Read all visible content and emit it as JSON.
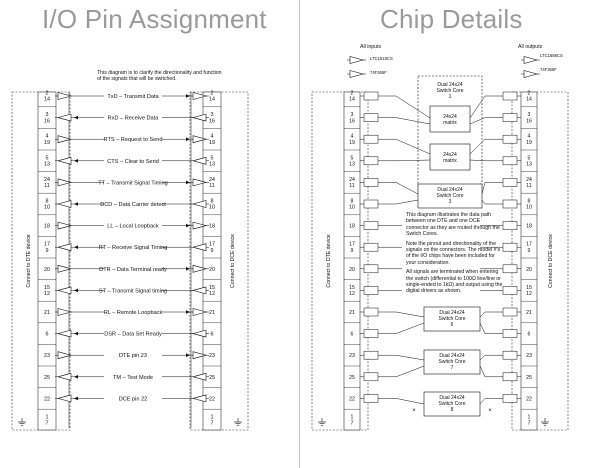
{
  "left": {
    "title": "I/O Pin Assignment",
    "intro": "This diagram is to clarify the directionality and function of the signals that will be switched.",
    "dte_label": "Connect to DTE device",
    "dce_label": "Connect to DCE device",
    "rows": [
      {
        "pins": [
          "2",
          "14"
        ],
        "label": "TxD – Transmit Data",
        "dir": "right"
      },
      {
        "pins": [
          "3",
          "16"
        ],
        "label": "RxD – Receive Data",
        "dir": "left"
      },
      {
        "pins": [
          "4",
          "19"
        ],
        "label": "RTS – Request to Send",
        "dir": "right"
      },
      {
        "pins": [
          "5",
          "13"
        ],
        "label": "CTS – Clear to Send",
        "dir": "left"
      },
      {
        "pins": [
          "24",
          "11"
        ],
        "label": "TT – Transmit Signal Timing",
        "dir": "right"
      },
      {
        "pins": [
          "8",
          "10"
        ],
        "label": "DCD – Data Carrier detect",
        "dir": "left"
      },
      {
        "pins": [
          "18"
        ],
        "label": "LL – Local Loopback",
        "dir": "right"
      },
      {
        "pins": [
          "17",
          "9"
        ],
        "label": "RT – Receive Signal Timing",
        "dir": "left"
      },
      {
        "pins": [
          "20"
        ],
        "label": "DTR – Data Terminal ready",
        "dir": "right"
      },
      {
        "pins": [
          "15",
          "12"
        ],
        "label": "ST – Transmit Signal timing",
        "dir": "left"
      },
      {
        "pins": [
          "21"
        ],
        "label": "RL – Remote Loopback",
        "dir": "right"
      },
      {
        "pins": [
          "6"
        ],
        "label": "DSR – Data Set Ready",
        "dir": "left"
      },
      {
        "pins": [
          "23"
        ],
        "label": "DTE pin 23",
        "dir": "right"
      },
      {
        "pins": [
          "25"
        ],
        "label": "TM – Test Mode",
        "dir": "left"
      },
      {
        "pins": [
          "22"
        ],
        "label": "DCE pin 22",
        "dir": "left"
      },
      {
        "pins": [
          "1",
          "7"
        ],
        "label": "",
        "dir": "none"
      }
    ]
  },
  "right": {
    "title": "Chip Details",
    "all_inputs": "All inputs",
    "all_outputs": "All outputs",
    "chip_in_a": "LTC1518CS",
    "chip_in_b": "74F365F",
    "chip_out_a": "LTC1686CS",
    "chip_out_b": "74F365F",
    "dte_label": "Connect to DTE device",
    "dce_label": "Connect to DCE device",
    "core1": [
      "Dual 24x24",
      "Switch Core",
      "1"
    ],
    "matrix": [
      "24x24",
      "matrix"
    ],
    "core3": [
      "Dual 24x24",
      "Switch Core",
      "3"
    ],
    "core6": [
      "Dual 24x24",
      "Switch Core",
      "6"
    ],
    "core7": [
      "Dual 24x24",
      "Switch Core",
      "7"
    ],
    "core8": [
      "Dual 24x24",
      "Switch Core",
      "8"
    ],
    "notes": [
      "This diagram illustrates the data path between one DTE and one DCE connector as they are routed through the Switch Cores.",
      "Note the pinout and directionality of the signals on the connectors. The model #'s of the I/O chips have been included for your consideration.",
      "All signals are terminated when entering the switch (differential to 100Ω line/line or single-ended to 1kΩ) and output using the digital drivers as shown."
    ]
  }
}
